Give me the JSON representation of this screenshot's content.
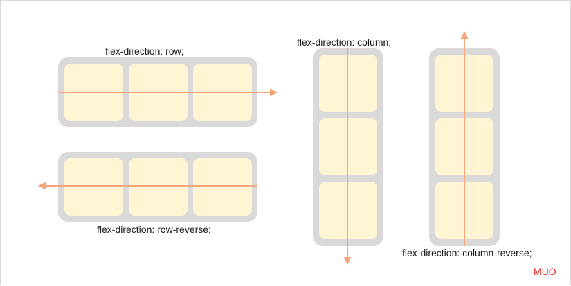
{
  "diagram": {
    "labels": {
      "row": "flex-direction: row;",
      "row_reverse": "flex-direction: row-reverse;",
      "column": "flex-direction: column;",
      "column_reverse": "flex-direction: column-reverse;"
    },
    "watermark": "MUO",
    "colors": {
      "container": "#d9d9d9",
      "item": "#fff5d4",
      "arrow": "#f6a57a",
      "watermark": "#e8231c"
    }
  }
}
